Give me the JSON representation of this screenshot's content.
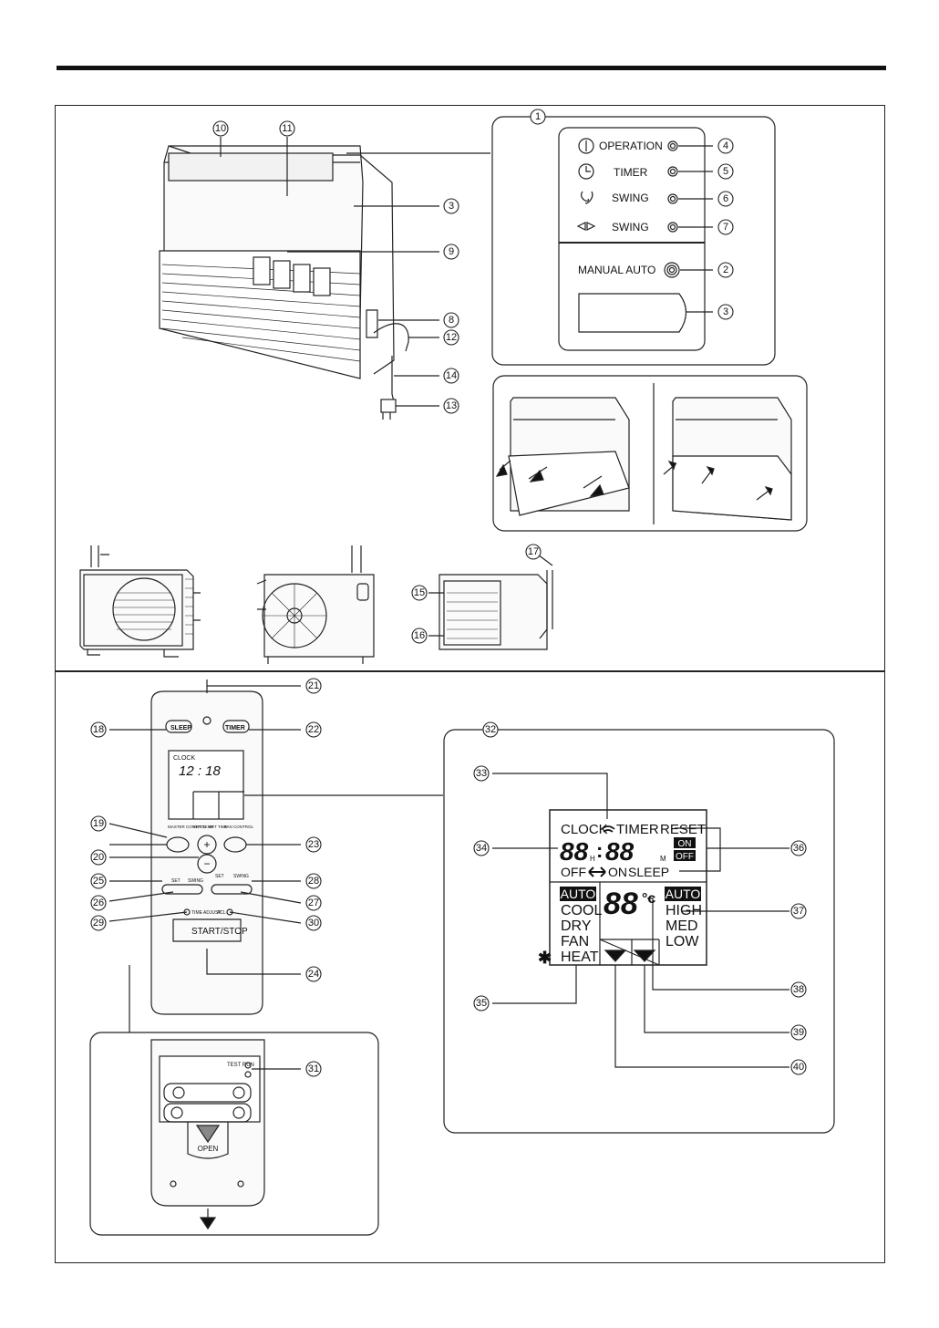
{
  "callouts": [
    "1",
    "2",
    "3",
    "3",
    "4",
    "5",
    "6",
    "7",
    "8",
    "9",
    "10",
    "11",
    "12",
    "13",
    "14",
    "15",
    "16",
    "17",
    "18",
    "19",
    "20",
    "21",
    "22",
    "23",
    "24",
    "25",
    "26",
    "27",
    "28",
    "29",
    "30",
    "31",
    "32",
    "33",
    "34",
    "35",
    "36",
    "37",
    "38",
    "39",
    "40"
  ],
  "indoor_panel": {
    "operation": "OPERATION",
    "timer": "TIMER",
    "swing_vertical": "SWING",
    "swing_horizontal": "SWING",
    "manual_auto": "MANUAL AUTO"
  },
  "remote": {
    "sleep": "SLEEP",
    "timer": "TIMER",
    "clock_label": "CLOCK",
    "clock_time": "12 : 18",
    "master_control": "MASTER CONTROL",
    "set_temp": "SET TEMP",
    "set_time": "SET TIME",
    "fan_control": "FAN CONTROL",
    "plus": "+",
    "minus": "−",
    "set": "SET",
    "swing": "SWING",
    "set2": "SET",
    "swing2": "SWING",
    "time_adjust": "TIME ADJUST",
    "acl": "ACL",
    "start_stop": "START/STOP",
    "test_run": "TEST RUN",
    "open": "OPEN"
  },
  "lcd": {
    "clock": "CLOCK",
    "timer": "TIMER",
    "reset": "RESET",
    "hours": "88",
    "h": "H",
    "colon": ":",
    "minutes": "88",
    "m": "M",
    "on": "ON",
    "off": "OFF",
    "off_on_sleep_off": "OFF",
    "off_on_sleep_on": "ON",
    "sleep": "SLEEP",
    "mode_auto": "AUTO",
    "mode_cool": "COOL",
    "mode_dry": "DRY",
    "mode_fan": "FAN",
    "mode_heat": "HEAT",
    "temp": "88",
    "degc": "°c",
    "fan_auto": "AUTO",
    "fan_high": "HIGH",
    "fan_med": "MED",
    "fan_low": "LOW",
    "asterisk": "✱"
  }
}
